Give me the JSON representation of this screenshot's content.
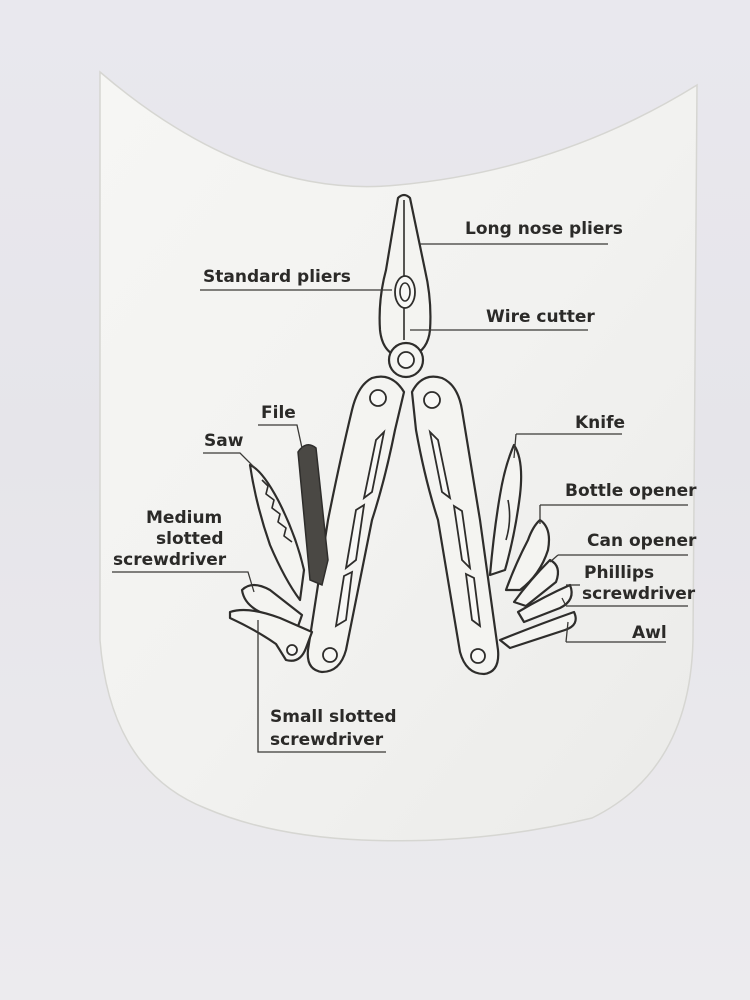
{
  "colors": {
    "background": "#e7e6eb",
    "card": "#f3f3f1",
    "ink": "#2b2a28"
  },
  "labels": {
    "long_nose_pliers": "Long nose pliers",
    "standard_pliers": "Standard pliers",
    "wire_cutter": "Wire cutter",
    "file": "File",
    "knife": "Knife",
    "saw": "Saw",
    "bottle_opener": "Bottle opener",
    "medium_slotted_line1": "Medium",
    "medium_slotted_line2": "slotted",
    "medium_slotted_line3": "screwdriver",
    "can_opener": "Can opener",
    "phillips_line1": "Phillips",
    "phillips_line2": "screwdriver",
    "awl": "Awl",
    "small_slotted_line1": "Small slotted",
    "small_slotted_line2": "screwdriver"
  }
}
